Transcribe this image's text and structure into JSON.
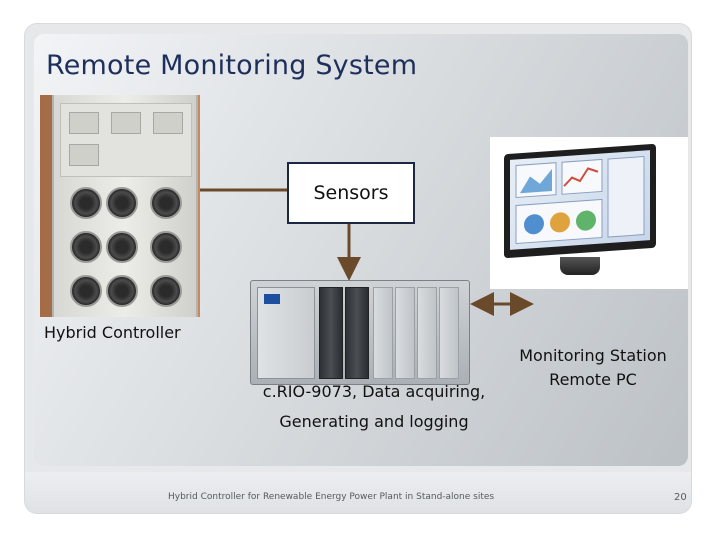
{
  "slide": {
    "title": "Remote Monitoring System",
    "footer": "Hybrid Controller for Renewable Energy Power Plant in Stand-alone sites",
    "page_number": "20"
  },
  "diagram": {
    "sensors_label": "Sensors",
    "hybrid_controller_label": "Hybrid Controller",
    "monitoring_station_line1": "Monitoring Station",
    "monitoring_station_line2": "Remote PC",
    "crio_line1": "c.RIO-9073, Data acquiring,",
    "crio_line2": "Generating and logging"
  },
  "colors": {
    "title": "#1f2f5c",
    "arrow": "#6b4a2c",
    "box_border": "#1c2742"
  }
}
